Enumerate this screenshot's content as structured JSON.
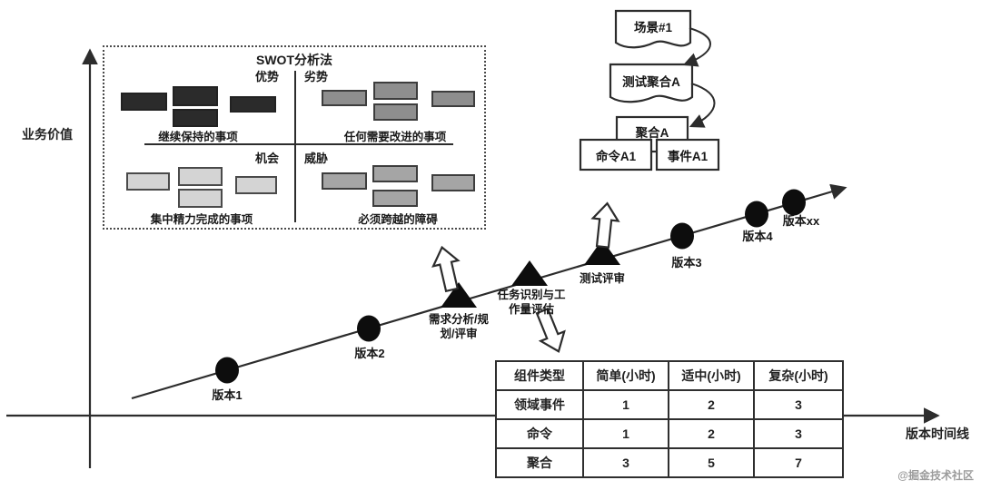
{
  "axes": {
    "y_label": "业务价值",
    "x_label": "版本时间线"
  },
  "swot": {
    "title": "SWOT分析法",
    "quadrants": [
      {
        "label": "优势",
        "caption": "继续保持的事项",
        "block_color": "#2b2b2b"
      },
      {
        "label": "劣势",
        "caption": "任何需要改进的事项",
        "block_color": "#8e8e8e"
      },
      {
        "label": "机会",
        "caption": "集中精力完成的事项",
        "block_color": "#d4d4d4"
      },
      {
        "label": "威胁",
        "caption": "必须跨越的障碍",
        "block_color": "#a5a5a5"
      }
    ]
  },
  "timeline": {
    "versions": [
      {
        "label": "版本1"
      },
      {
        "label": "版本2"
      },
      {
        "label": "版本3"
      },
      {
        "label": "版本4"
      },
      {
        "label": "版本xx"
      }
    ],
    "milestones": [
      {
        "label": "需求分析/规\n划/评审"
      },
      {
        "label": "任务识别与工\n作量评估"
      },
      {
        "label": "测试评审"
      }
    ]
  },
  "flowchart": {
    "nodes": [
      {
        "label": "场景#1"
      },
      {
        "label": "测试聚合A"
      },
      {
        "label": "聚合A"
      },
      {
        "label": "命令A1"
      },
      {
        "label": "事件A1"
      }
    ]
  },
  "estimation_table": {
    "headers": [
      "组件类型",
      "简单(小时)",
      "适中(小时)",
      "复杂(小时)"
    ],
    "rows": [
      [
        "领域事件",
        "1",
        "2",
        "3"
      ],
      [
        "命令",
        "1",
        "2",
        "3"
      ],
      [
        "聚合",
        "3",
        "5",
        "7"
      ]
    ]
  },
  "watermark": "@掘金技术社区",
  "colors": {
    "ink": "#2f2f2f",
    "swot_dark_block": "#2b2b2b",
    "swot_gray_block": "#8e8e8e",
    "swot_medium_block": "#a5a5a5",
    "swot_light_block": "#d4d4d4",
    "watermark": "#9b9b9b"
  }
}
